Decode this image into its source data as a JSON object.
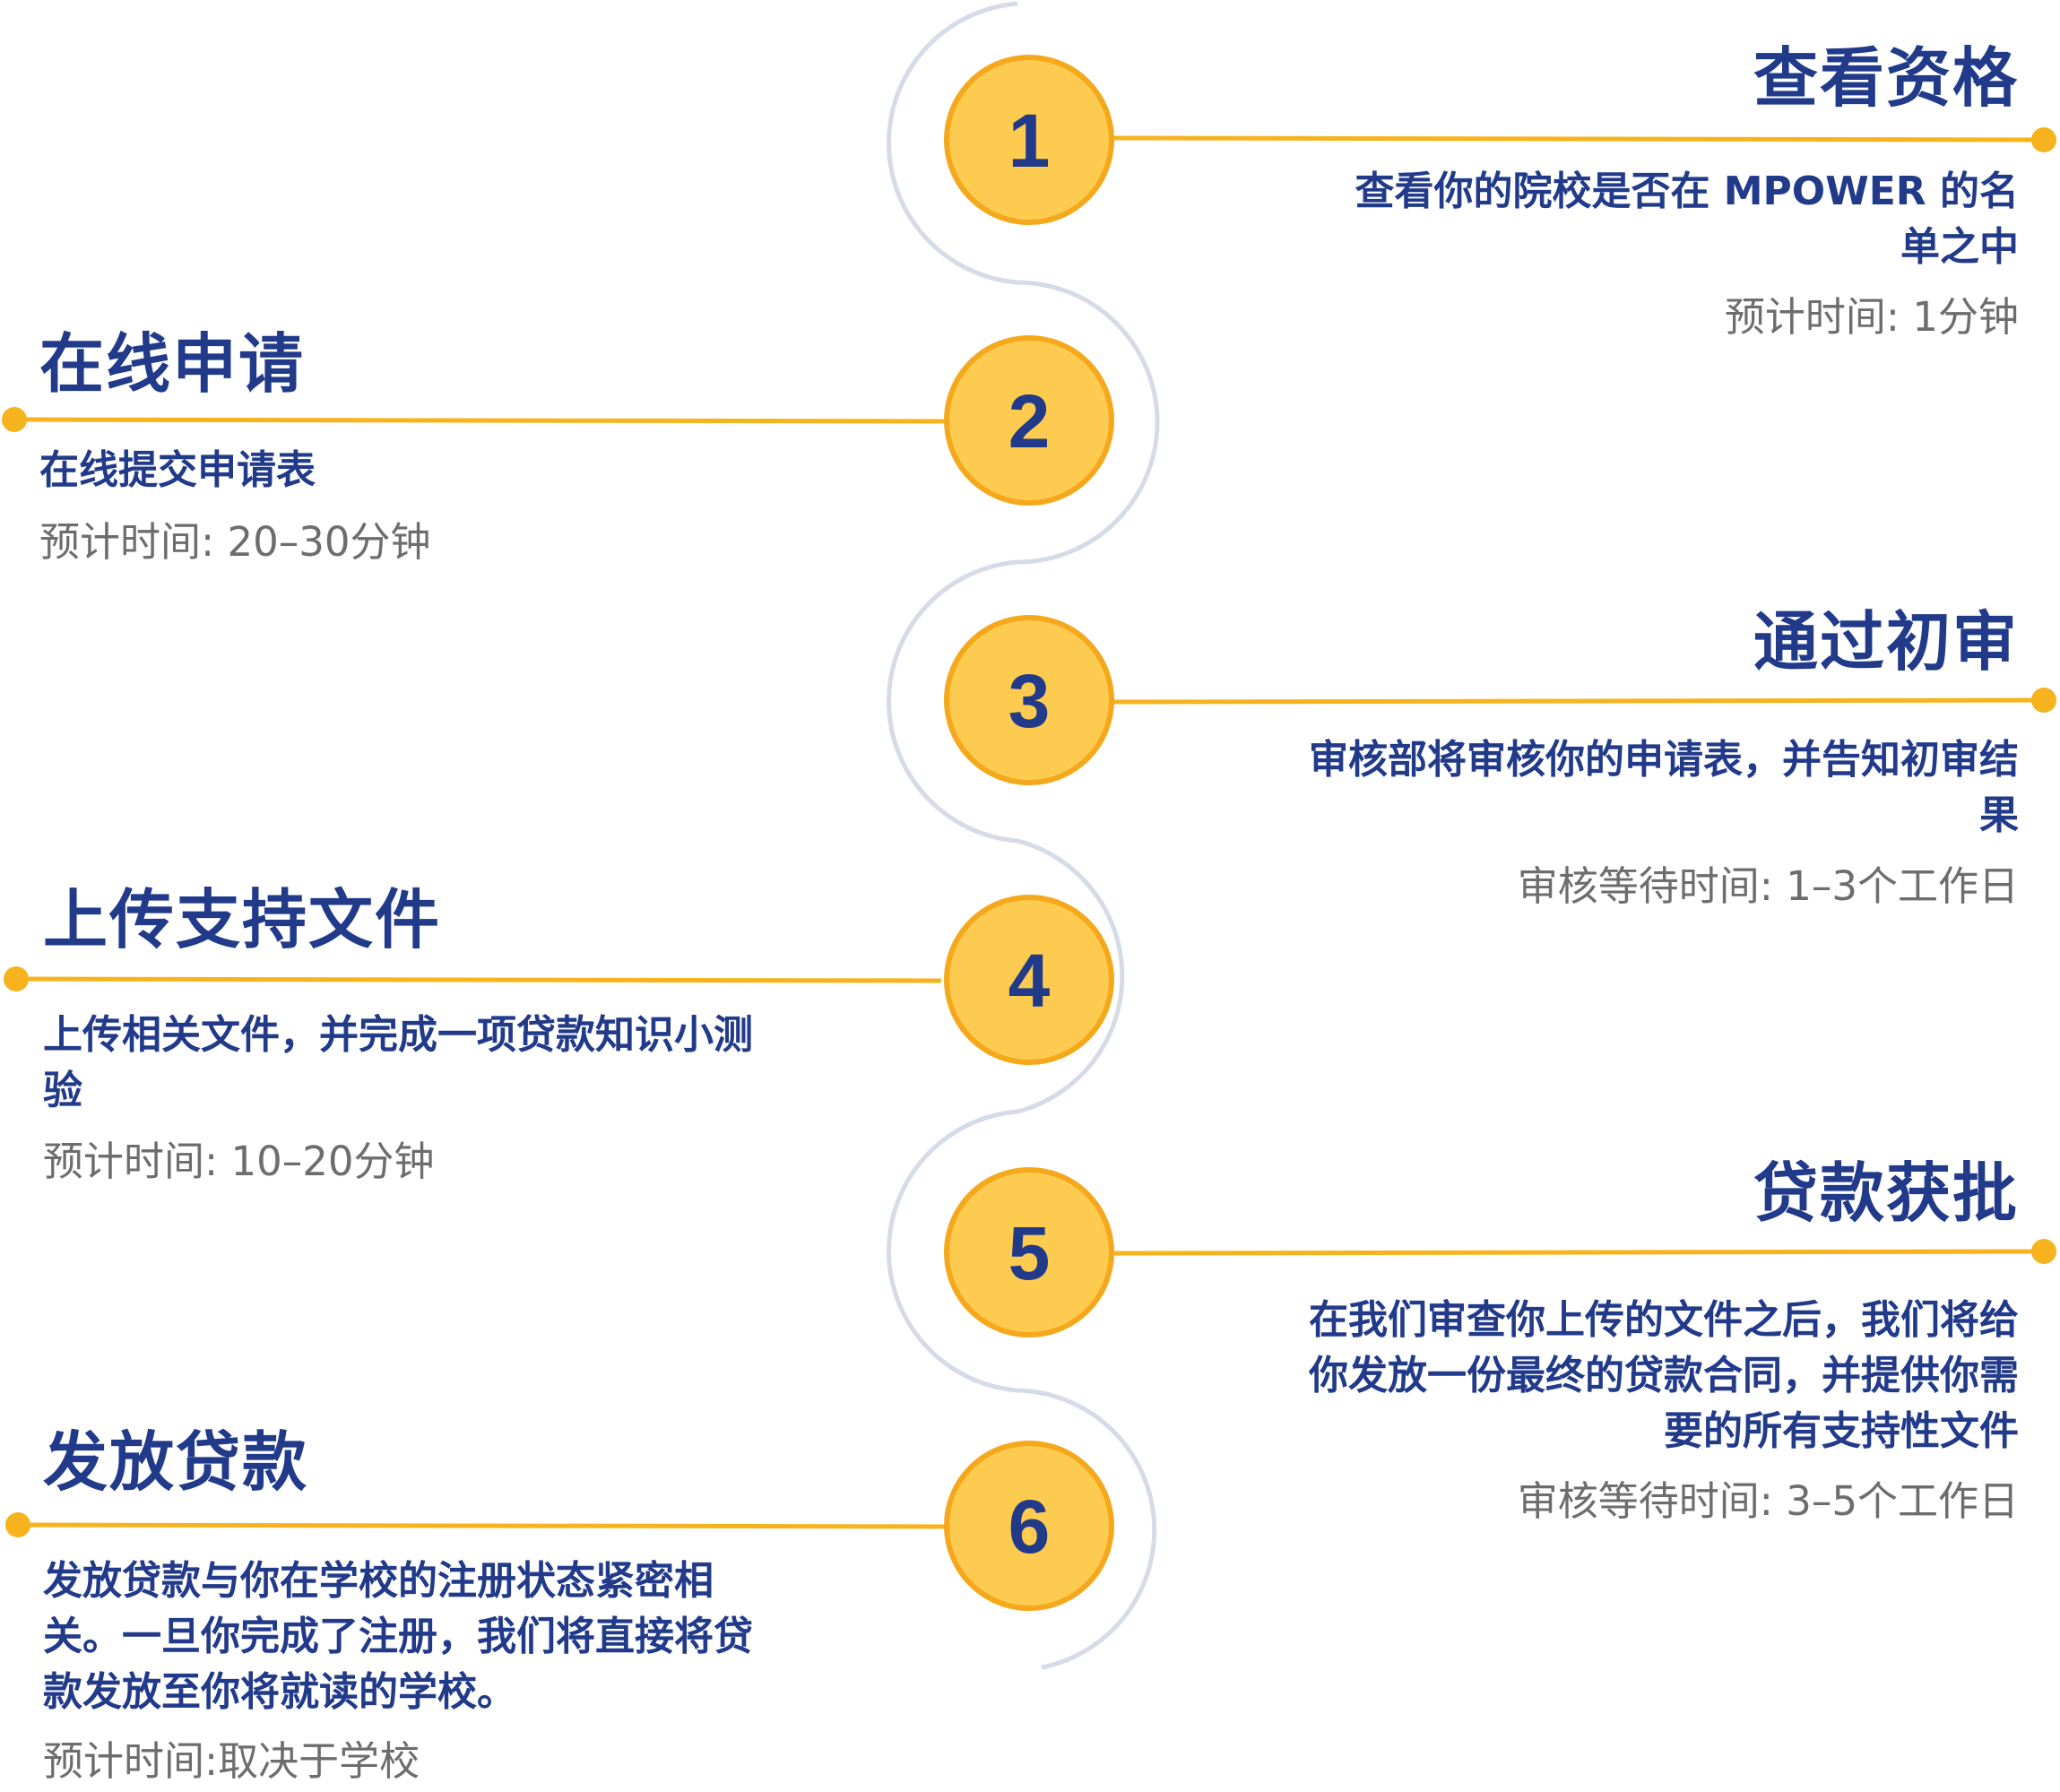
{
  "colors": {
    "navy": "#213a8a",
    "gold_fill": "#fdcb50",
    "gold_stroke": "#f5a81c",
    "connector": "#f6b31d",
    "curve": "#d6dbe8",
    "gray_text": "#6d6d6d"
  },
  "steps": [
    {
      "number": "1",
      "title": "查看资格",
      "description": "查看你的院校是否在 MPOWER 的名单之中",
      "time": "预计时间: 1分钟",
      "side": "right"
    },
    {
      "number": "2",
      "title": "在线申请",
      "description": "在线提交申请表",
      "time": "预计时间: 20–30分钟",
      "side": "left"
    },
    {
      "number": "3",
      "title": "通过初审",
      "description": "审核部将审核你的申请表，并告知初审结果",
      "time": "审核等待时间: 1–3个工作日",
      "side": "right"
    },
    {
      "number": "4",
      "title": "上传支持文件",
      "description": "上传相关文件，并完成一项贷款知识小测验",
      "time": "预计时间: 10–20分钟",
      "side": "left"
    },
    {
      "number": "5",
      "title": "贷款获批",
      "description": "在我们审查你上传的文件之后，我们将给你发放一份最终的贷款合同，并提供你需要的所有支持性文件",
      "time": "审核等待时间: 3–5个工作日",
      "side": "right"
    },
    {
      "number": "6",
      "title": "发放贷款",
      "description": "发放贷款与你在学校的注册状态紧密相关。一旦你完成了注册，我们将直接将贷款发放至你将就读的学校。",
      "time": "预计时间:取决于学校",
      "side": "left"
    }
  ]
}
